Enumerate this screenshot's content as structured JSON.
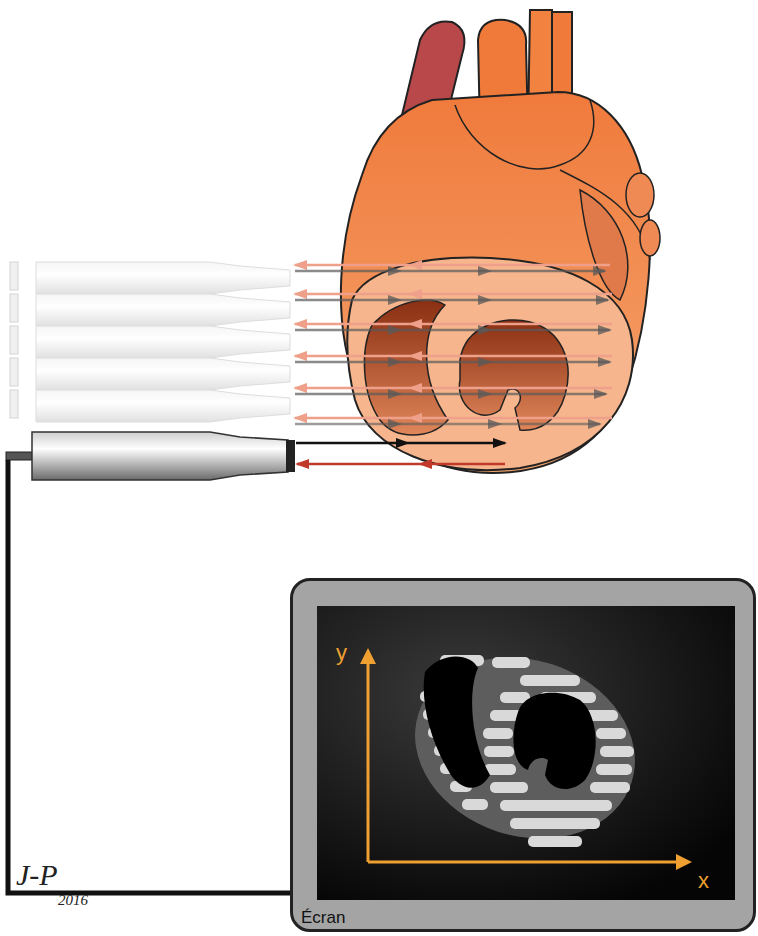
{
  "diagram": {
    "nodes": [
      {
        "text": [
          "Écran"
        ]
      }
    ],
    "labels": [
      "y",
      "x",
      "J-P",
      "2016"
    ]
  }
}
